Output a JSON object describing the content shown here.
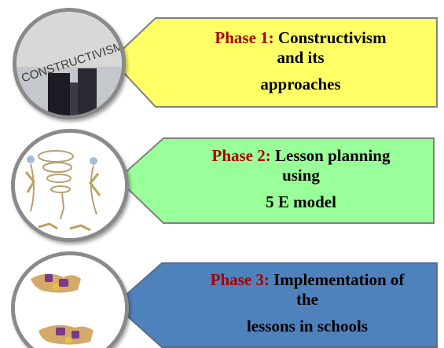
{
  "phases": [
    {
      "label": "Phase 1:",
      "line1": "Constructivism",
      "line2": "and its",
      "line3": "approaches",
      "fill_color": "#ffff66",
      "image_text": "CONSTRUCTIVISM",
      "image_icon": "constructivism-photo-icon"
    },
    {
      "label": "Phase 2:",
      "line1": "Lesson planning",
      "line2": "using",
      "line3": "5 E model",
      "fill_color": "#99ff99",
      "image_icon": "people-sketch-icon"
    },
    {
      "label": "Phase 3:",
      "line1": "Implementation of",
      "line2": "the",
      "line3": "lessons in schools",
      "fill_color": "#4f81bd",
      "image_icon": "puzzle-hands-icon"
    }
  ],
  "colors": {
    "phase_label": "#a40000",
    "body_text": "#000000",
    "circle_border": "#8a8a8a"
  }
}
